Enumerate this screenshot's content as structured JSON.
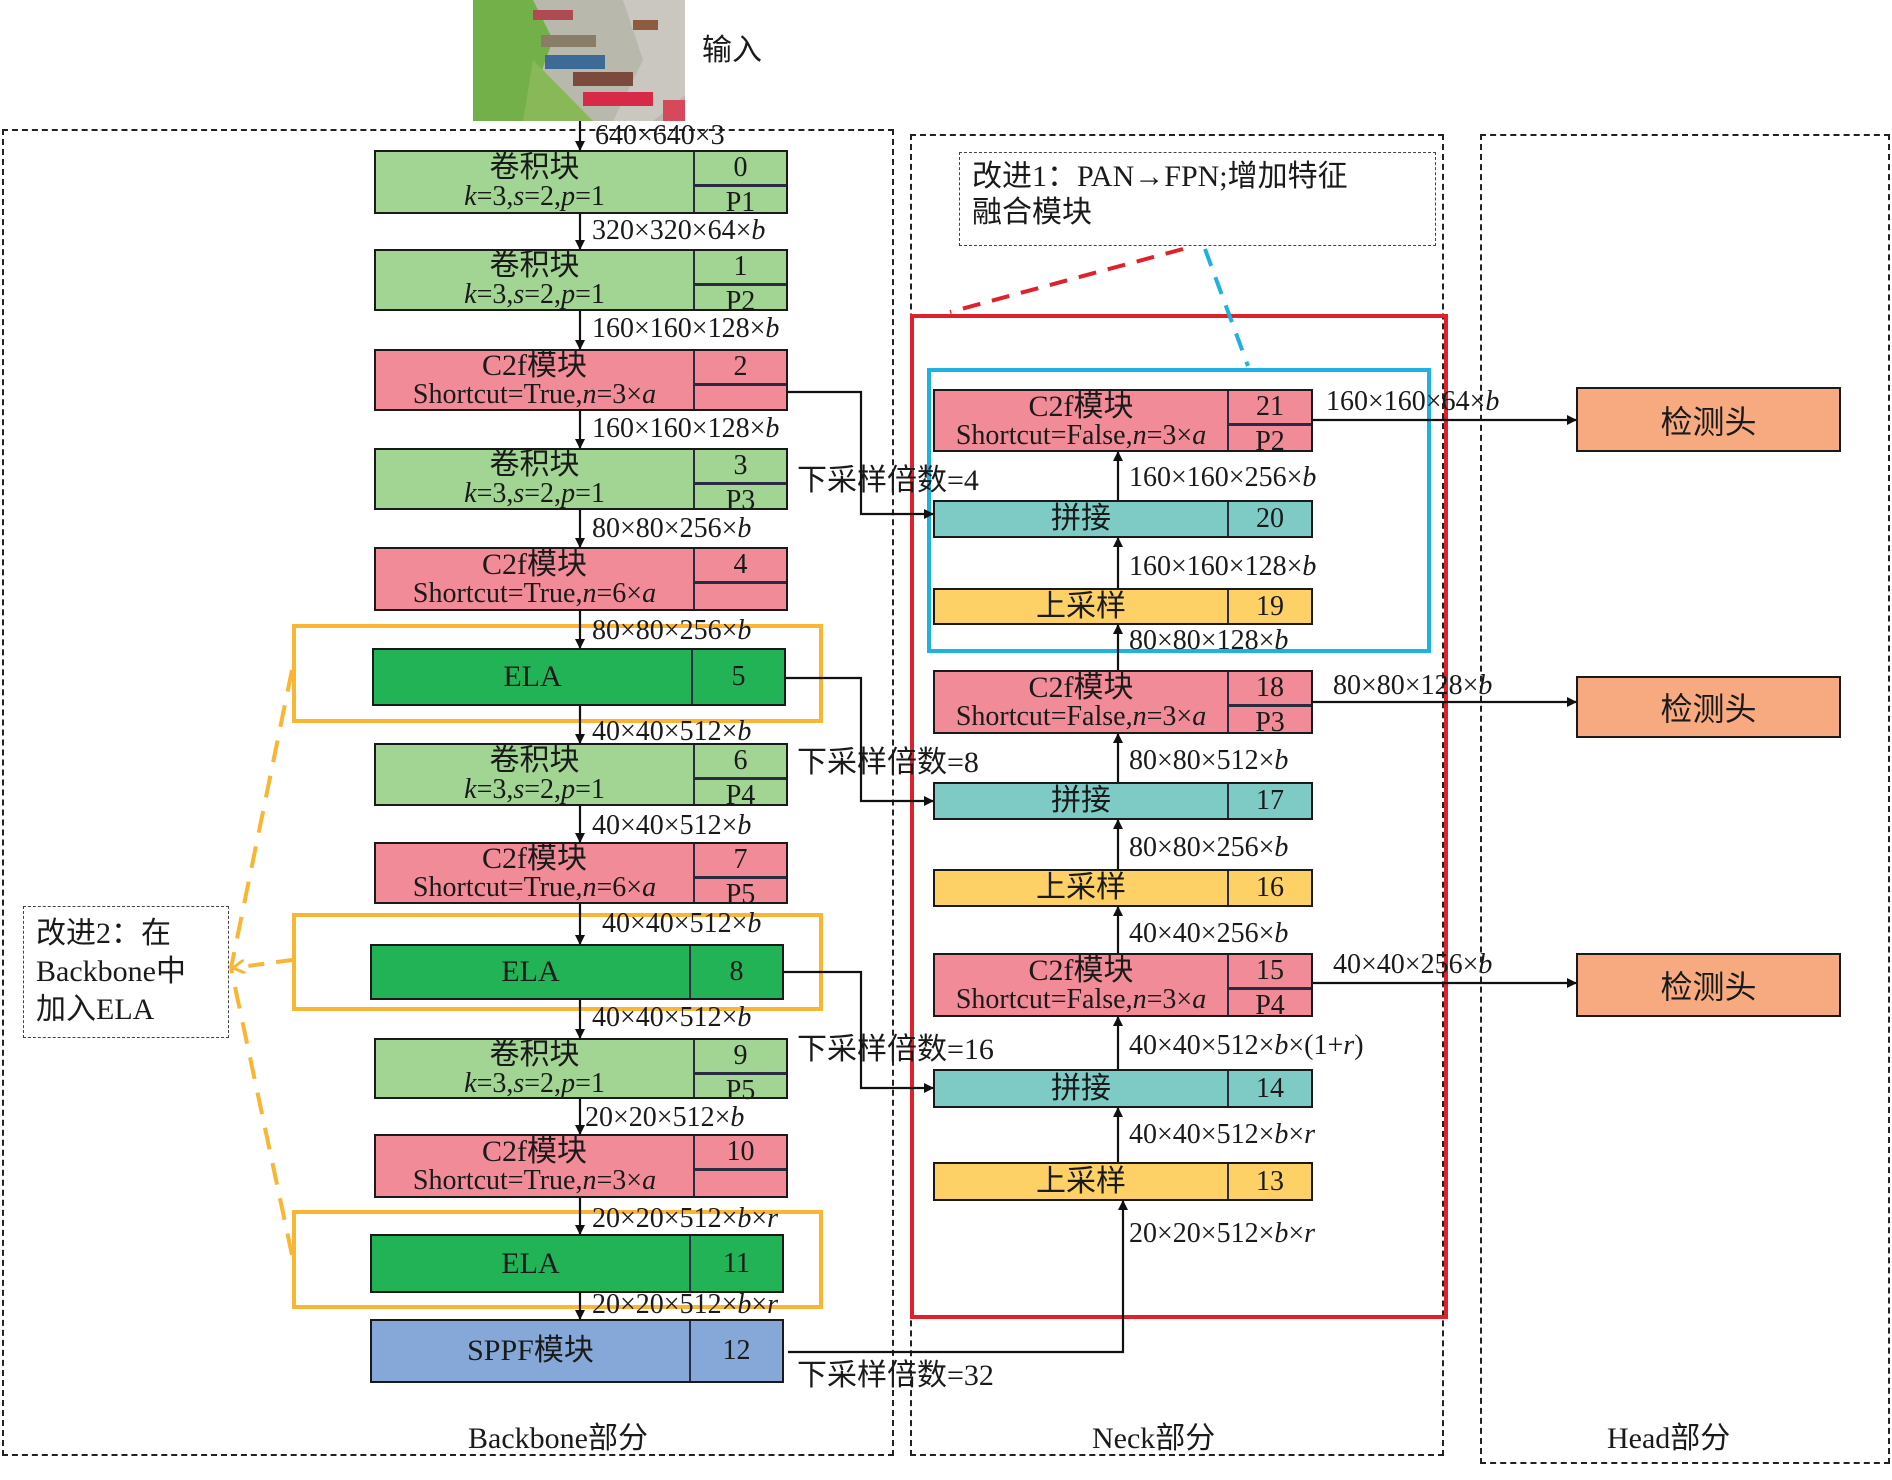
{
  "input": {
    "label": "输入",
    "image_alt": "aerial photo of parked trucks",
    "size": "640×640×3"
  },
  "sections": {
    "backbone": "Backbone部分",
    "neck": "Neck部分",
    "head": "Head部分"
  },
  "notes": {
    "improvement1": [
      "改进1：PAN→FPN;增加特征",
      "融合模块"
    ],
    "improvement2": [
      "改进2：在",
      "Backbone中",
      "加入ELA"
    ]
  },
  "colors": {
    "conv": "#a2d494",
    "c2f": "#f28b98",
    "ela": "#22b357",
    "sppf": "#86a8d8",
    "concat": "#7ecbc6",
    "upsample": "#fed167",
    "detect": "#f7aa80",
    "red_outline": "#e0212b",
    "blue_outline": "#1fb1e2",
    "orange_outline": "#f9b533"
  },
  "backbone": {
    "blocks": [
      {
        "id": "0",
        "type": "conv",
        "line1": "卷积块",
        "line2": "k=3,s=2,p=1",
        "tag": "P1"
      },
      {
        "id": "1",
        "type": "conv",
        "line1": "卷积块",
        "line2": "k=3,s=2,p=1",
        "tag": "P2"
      },
      {
        "id": "2",
        "type": "c2f",
        "line1": "C2f模块",
        "line2": "Shortcut=True,n=3×a",
        "tag": ""
      },
      {
        "id": "3",
        "type": "conv",
        "line1": "卷积块",
        "line2": "k=3,s=2,p=1",
        "tag": "P3"
      },
      {
        "id": "4",
        "type": "c2f",
        "line1": "C2f模块",
        "line2": "Shortcut=True,n=6×a",
        "tag": ""
      },
      {
        "id": "5",
        "type": "ela",
        "line1": "ELA"
      },
      {
        "id": "6",
        "type": "conv",
        "line1": "卷积块",
        "line2": "k=3,s=2,p=1",
        "tag": "P4"
      },
      {
        "id": "7",
        "type": "c2f",
        "line1": "C2f模块",
        "line2": "Shortcut=True,n=6×a",
        "tag": "P5"
      },
      {
        "id": "8",
        "type": "ela",
        "line1": "ELA"
      },
      {
        "id": "9",
        "type": "conv",
        "line1": "卷积块",
        "line2": "k=3,s=2,p=1",
        "tag": "P5"
      },
      {
        "id": "10",
        "type": "c2f",
        "line1": "C2f模块",
        "line2": "Shortcut=True,n=3×a",
        "tag": ""
      },
      {
        "id": "11",
        "type": "ela",
        "line1": "ELA"
      },
      {
        "id": "12",
        "type": "sppf",
        "line1": "SPPF模块"
      }
    ],
    "dims": [
      "640×640×3",
      "320×320×64×b",
      "160×160×128×b",
      "160×160×128×b",
      "80×80×256×b",
      "80×80×256×b",
      "40×40×512×b",
      "40×40×512×b",
      "40×40×512×b",
      "40×40×512×b",
      "20×20×512×b",
      "20×20×512×b×r",
      "20×20×512×b×r"
    ],
    "downsample": [
      "下采样倍数=4",
      "下采样倍数=8",
      "下采样倍数=16",
      "下采样倍数=32"
    ]
  },
  "neck": {
    "blocks": [
      {
        "id": "21",
        "type": "c2f",
        "line1": "C2f模块",
        "line2": "Shortcut=False,n=3×a",
        "tag": "P2"
      },
      {
        "id": "20",
        "type": "concat",
        "line1": "拼接"
      },
      {
        "id": "19",
        "type": "upsample",
        "line1": "上采样"
      },
      {
        "id": "18",
        "type": "c2f",
        "line1": "C2f模块",
        "line2": "Shortcut=False,n=3×a",
        "tag": "P3"
      },
      {
        "id": "17",
        "type": "concat",
        "line1": "拼接"
      },
      {
        "id": "16",
        "type": "upsample",
        "line1": "上采样"
      },
      {
        "id": "15",
        "type": "c2f",
        "line1": "C2f模块",
        "line2": "Shortcut=False,n=3×a",
        "tag": "P4"
      },
      {
        "id": "14",
        "type": "concat",
        "line1": "拼接"
      },
      {
        "id": "13",
        "type": "upsample",
        "line1": "上采样"
      }
    ],
    "dims": [
      "160×160×256×b",
      "160×160×128×b",
      "80×80×128×b",
      "80×80×512×b",
      "80×80×256×b",
      "40×40×256×b",
      "40×40×512×b×(1+r)",
      "40×40×512×b×r",
      "20×20×512×b×r"
    ]
  },
  "head": {
    "outputs": [
      {
        "label": "检测头",
        "dim": "160×160×64×b"
      },
      {
        "label": "检测头",
        "dim": "80×80×128×b"
      },
      {
        "label": "检测头",
        "dim": "40×40×256×b"
      }
    ]
  }
}
